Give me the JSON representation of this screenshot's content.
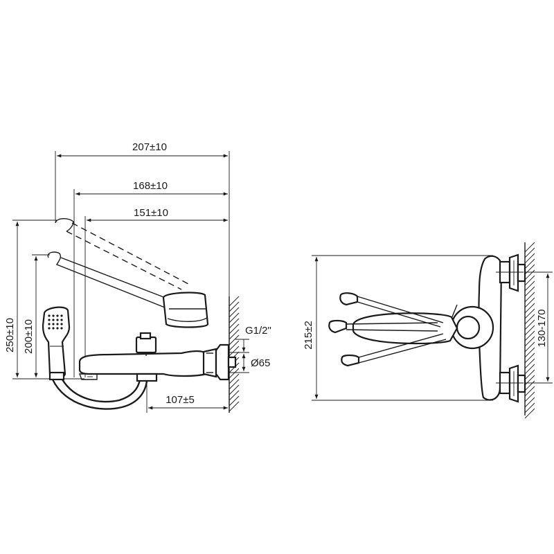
{
  "side_view": {
    "dim_overall_width": "207±10",
    "dim_handle_width": "168±10",
    "dim_spout_width": "151±10",
    "dim_height_total": "250±10",
    "dim_height_spout": "200±10",
    "dim_thread": "G1/2\"",
    "dim_flange_diameter": "Ø65",
    "dim_outlet_offset": "107±5"
  },
  "front_view": {
    "dim_height": "215±2",
    "dim_center_distance": "130-170"
  }
}
